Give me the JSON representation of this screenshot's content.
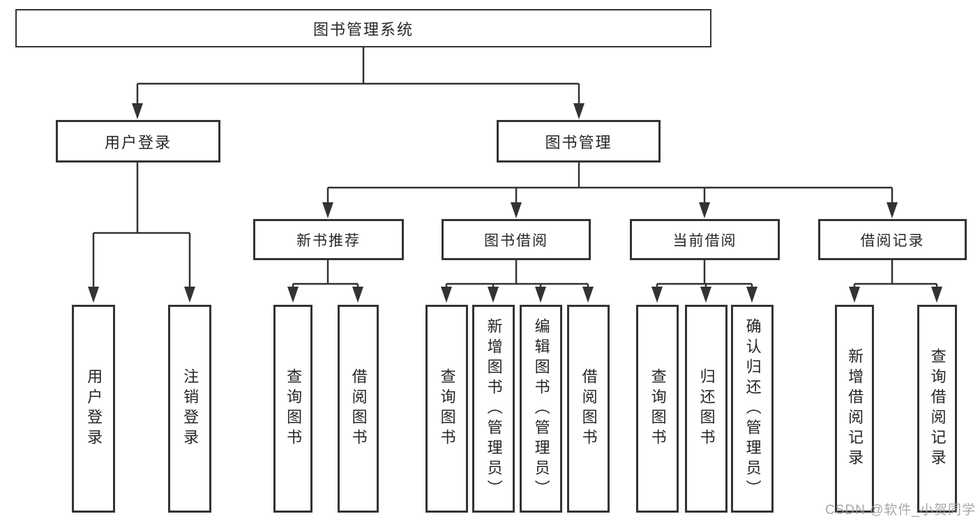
{
  "page": {
    "background": "#ffffff"
  },
  "colors": {
    "line": "#333333",
    "border": "#333333",
    "text": "#262626",
    "watermark": "#9e9e9e"
  },
  "tree": {
    "root": {
      "label": "图书管理系统",
      "children": [
        {
          "label": "用户登录",
          "children": [
            {
              "label": "用户登录"
            },
            {
              "label": "注销登录"
            }
          ]
        },
        {
          "label": "图书管理",
          "children": [
            {
              "label": "新书推荐",
              "children": [
                {
                  "label": "查询图书"
                },
                {
                  "label": "借阅图书"
                }
              ]
            },
            {
              "label": "图书借阅",
              "children": [
                {
                  "label": "查询图书"
                },
                {
                  "label": "新增图书（管理员）"
                },
                {
                  "label": "编辑图书（管理员）"
                },
                {
                  "label": "借阅图书"
                }
              ]
            },
            {
              "label": "当前借阅",
              "children": [
                {
                  "label": "查询图书"
                },
                {
                  "label": "归还图书"
                },
                {
                  "label": "确认归还（管理员）"
                }
              ]
            },
            {
              "label": "借阅记录",
              "children": [
                {
                  "label": "新增借阅记录"
                },
                {
                  "label": "查询借阅记录"
                }
              ]
            }
          ]
        }
      ]
    }
  },
  "watermark": {
    "text": "CSDN @软件_小贺同学"
  }
}
